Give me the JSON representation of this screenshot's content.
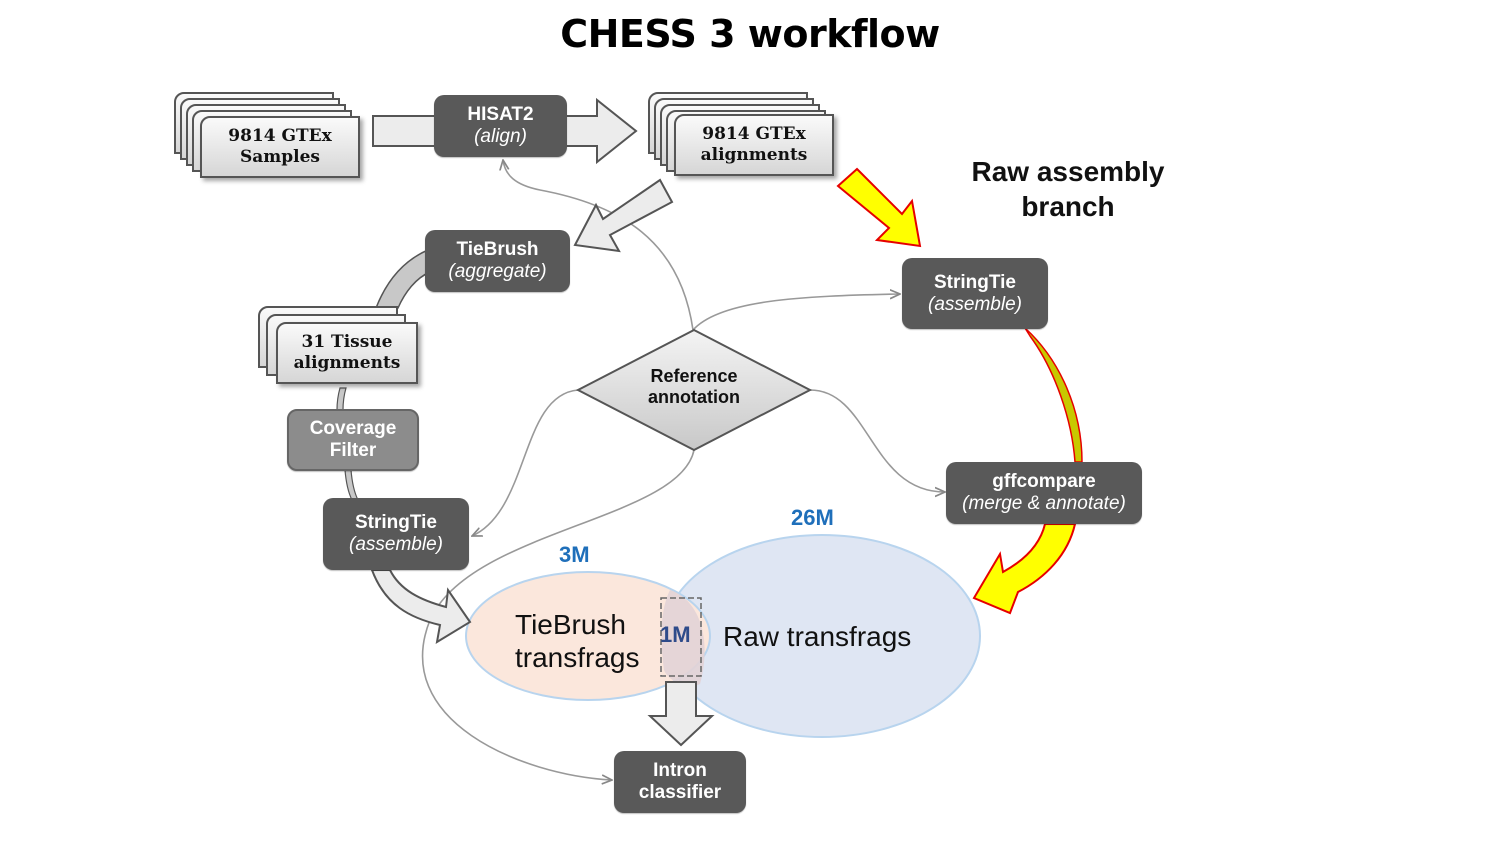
{
  "title": "CHESS 3 workflow",
  "branch_label": {
    "line1": "Raw assembly",
    "line2": "branch"
  },
  "inputs": {
    "samples": {
      "line1": "9814 GTEx",
      "line2": "Samples"
    },
    "alignments": {
      "line1": "9814 GTEx",
      "line2": "alignments"
    },
    "tissue": {
      "line1": "31 Tissue",
      "line2": "alignments"
    }
  },
  "processes": {
    "hisat2": {
      "name": "HISAT2",
      "sub": "(align)"
    },
    "tiebrush": {
      "name": "TieBrush",
      "sub": "(aggregate)"
    },
    "coverage_filter": {
      "line1": "Coverage",
      "line2": "Filter"
    },
    "stringtie_left": {
      "name": "StringTie",
      "sub": "(assemble)"
    },
    "stringtie_right": {
      "name": "StringTie",
      "sub": "(assemble)"
    },
    "gffcompare": {
      "name": "gffcompare",
      "sub": "(merge & annotate)"
    },
    "intron_classifier": {
      "line1": "Intron",
      "line2": "classifier"
    }
  },
  "reference": {
    "line1": "Reference",
    "line2": "annotation"
  },
  "venn": {
    "tiebrush": {
      "count": "3M",
      "line1": "TieBrush",
      "line2": "transfrags"
    },
    "raw": {
      "count": "26M",
      "label": "Raw transfrags"
    },
    "overlap": {
      "count": "1M"
    }
  },
  "colors": {
    "process_box": "#595959",
    "filter_box": "#8c8c8c",
    "highlight_arrow": "#ffff00",
    "highlight_outline": "#e60000",
    "count_text": "#1f6fba",
    "tiebrush_fill": "#fbe7dc",
    "raw_fill": "#dfe6f3"
  }
}
